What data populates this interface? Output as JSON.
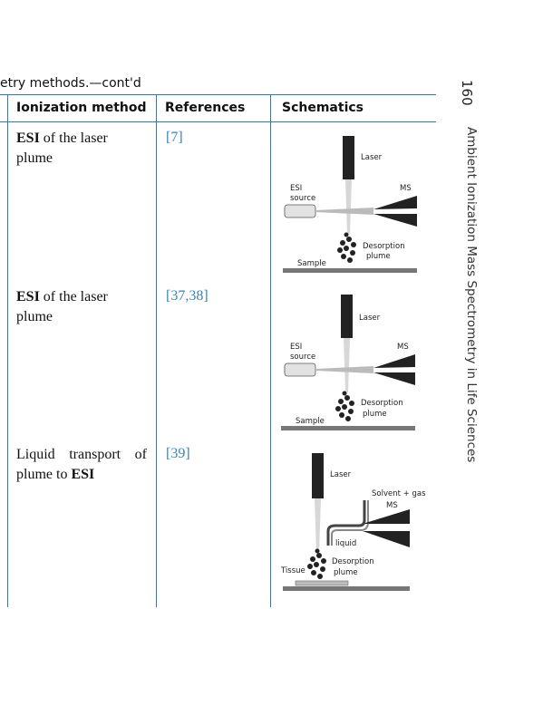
{
  "caption": "etry methods.—cont'd",
  "page_number": "160",
  "running_title": "Ambient Ionization Mass Spectrometry in Life Sciences",
  "columns": {
    "ionization": "Ionization method",
    "references": "References",
    "schematics": "Schematics"
  },
  "rows": [
    {
      "bold": "ESI",
      "text": " of the laser plume",
      "ref": "[7]",
      "labels": {
        "laser": "Laser",
        "esi1": "ESI",
        "esi2": "source",
        "ms": "MS",
        "des1": "Desorption",
        "des2": "plume",
        "sample": "Sample"
      }
    },
    {
      "bold": "ESI",
      "text": " of the laser plume",
      "ref": "[37,38]",
      "labels": {
        "laser": "Laser",
        "esi1": "ESI",
        "esi2": "source",
        "ms": "MS",
        "des1": "Desorption",
        "des2": "plume",
        "sample": "Sample"
      }
    },
    {
      "pre": "Liquid transport of plume to ",
      "bold": "ESI",
      "ref": "[39]",
      "labels": {
        "laser": "Laser",
        "solvent": "Solvent + gas",
        "ms": "MS",
        "liquid": "liquid",
        "des1": "Desorption",
        "des2": "plume",
        "tissue": "Tissue"
      }
    }
  ]
}
